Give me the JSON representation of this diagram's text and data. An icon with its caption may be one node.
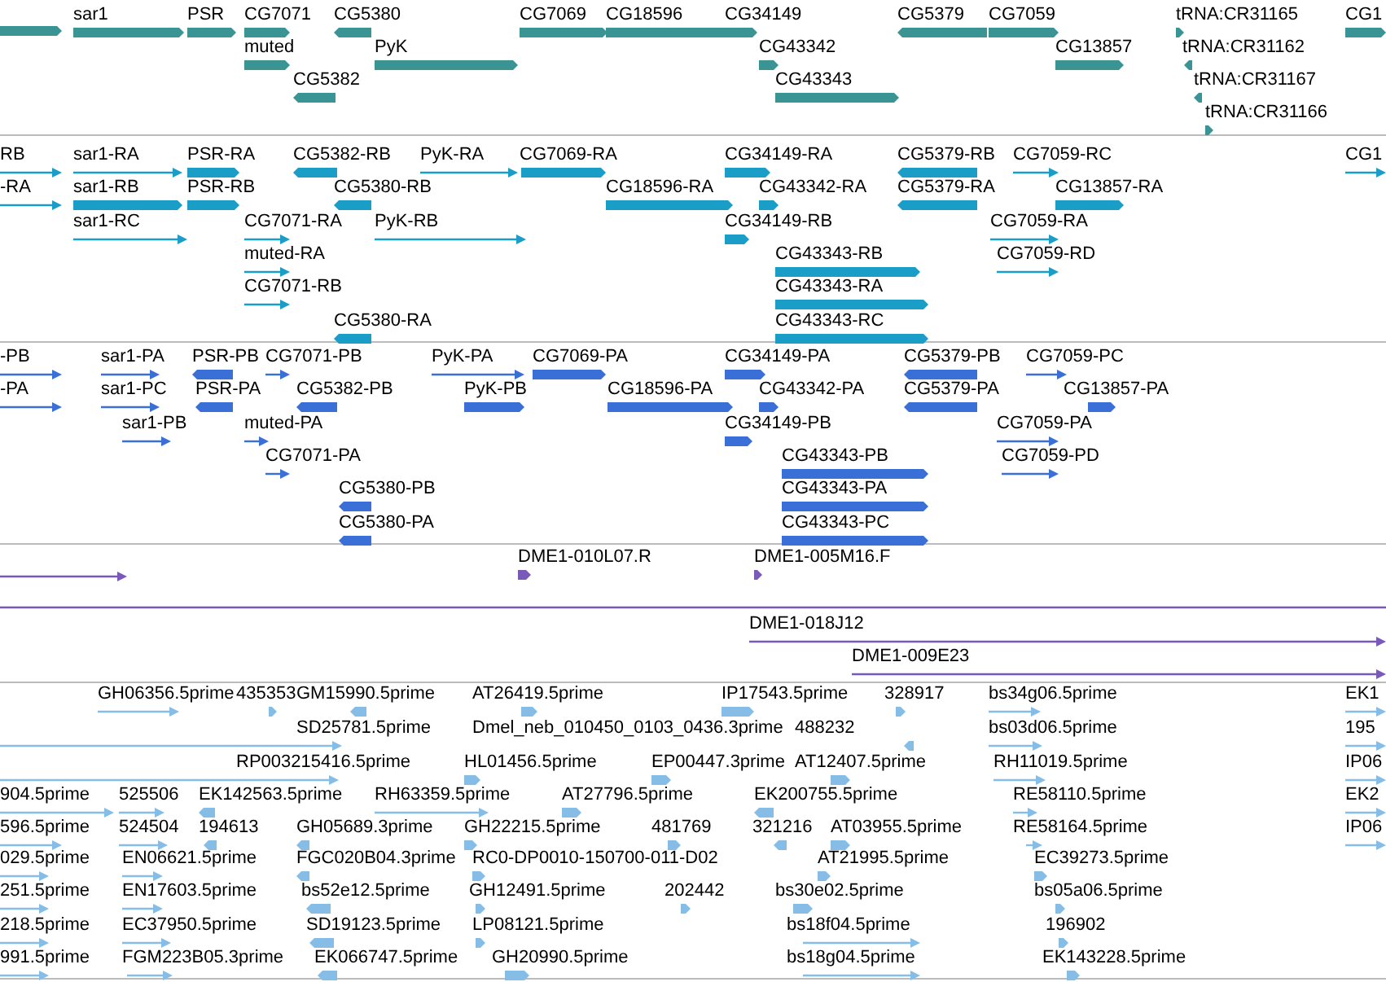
{
  "diagram": {
    "labels": [
      "sar1",
      "PSR",
      "CG7071",
      "CG5380",
      "CG7069",
      "CG18596",
      "CG34149",
      "CG5379",
      "CG7059",
      "tRNA:CR31165",
      "CG1",
      "muted",
      "PyK",
      "CG43342",
      "CG13857",
      "tRNA:CR31162",
      "CG5382",
      "CG43343",
      "tRNA:CR31167",
      "tRNA:CR31166",
      "RB",
      "sar1-RA",
      "PSR-RA",
      "CG5382-RB",
      "PyK-RA",
      "CG7069-RA",
      "CG34149-RA",
      "CG5379-RB",
      "CG7059-RC",
      "CG1",
      "-RA",
      "sar1-RB",
      "PSR-RB",
      "CG5380-RB",
      "CG18596-RA",
      "CG43342-RA",
      "CG5379-RA",
      "CG13857-RA",
      "sar1-RC",
      "CG7071-RA",
      "PyK-RB",
      "CG34149-RB",
      "CG7059-RA",
      "muted-RA",
      "CG43343-RB",
      "CG7059-RD",
      "CG7071-RB",
      "CG43343-RA",
      "CG5380-RA",
      "CG43343-RC",
      "-PB",
      "sar1-PA",
      "PSR-PB",
      "CG7071-PB",
      "PyK-PA",
      "CG7069-PA",
      "CG34149-PA",
      "CG5379-PB",
      "CG7059-PC",
      "-PA",
      "sar1-PC",
      "PSR-PA",
      "CG5382-PB",
      "PyK-PB",
      "CG18596-PA",
      "CG43342-PA",
      "CG5379-PA",
      "CG13857-PA",
      "sar1-PB",
      "muted-PA",
      "CG34149-PB",
      "CG7059-PA",
      "CG7071-PA",
      "CG43343-PB",
      "CG7059-PD",
      "CG5380-PB",
      "CG43343-PA",
      "CG5380-PA",
      "CG43343-PC",
      "DME1-010L07.R",
      "DME1-005M16.F",
      "DME1-018J12",
      "DME1-009E23",
      "GH06356.5prime",
      "435353",
      "GM15990.5prime",
      "AT26419.5prime",
      "IP17543.5prime",
      "328917",
      "bs34g06.5prime",
      "EK1",
      "SD25781.5prime",
      "Dmel_neb_010450_0103_0436.3prime",
      "488232",
      "bs03d06.5prime",
      "195",
      "RP003215416.5prime",
      "HL01456.5prime",
      "EP00447.3prime",
      "AT12407.5prime",
      "RH11019.5prime",
      "IP06",
      "904.5prime",
      "525506",
      "EK142563.5prime",
      "RH63359.5prime",
      "AT27796.5prime",
      "EK200755.5prime",
      "RE58110.5prime",
      "EK2",
      "596.5prime",
      "524504",
      "194613",
      "GH05689.3prime",
      "GH22215.5prime",
      "481769",
      "321216",
      "AT03955.5prime",
      "RE58164.5prime",
      "IP06",
      "029.5prime",
      "EN06621.5prime",
      "FGC020B04.3prime",
      "RC0-DP0010-150700-011-D02",
      "AT21995.5prime",
      "EC39273.5prime",
      "251.5prime",
      "EN17603.5prime",
      "bs52e12.5prime",
      "GH12491.5prime",
      "202442",
      "bs30e02.5prime",
      "bs05a06.5prime",
      "218.5prime",
      "EC37950.5prime",
      "SD19123.5prime",
      "LP08121.5prime",
      "bs18f04.5prime",
      "196902",
      "991.5prime",
      "FGM223B05.3prime",
      "EK066747.5prime",
      "GH20990.5prime",
      "bs18g04.5prime",
      "EK143228.5prime"
    ]
  }
}
